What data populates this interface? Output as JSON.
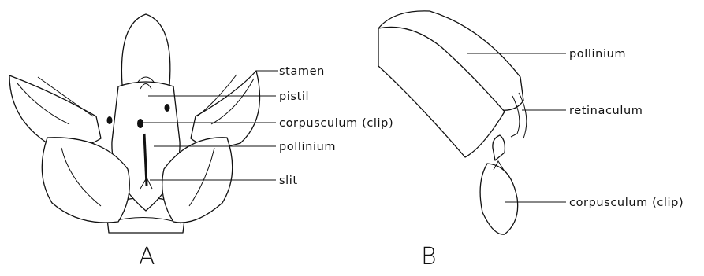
{
  "panel_a": {
    "letter": "A",
    "labels": {
      "stamen": "stamen",
      "pistil": "pistil",
      "corpusculum": "corpusculum (clip)",
      "pollinium": "pollinium",
      "slit": "slit"
    }
  },
  "panel_b": {
    "letter": "B",
    "labels": {
      "pollinium": "pollinium",
      "retinaculum": "retinaculum",
      "corpusculum": "corpusculum (clip)"
    }
  }
}
